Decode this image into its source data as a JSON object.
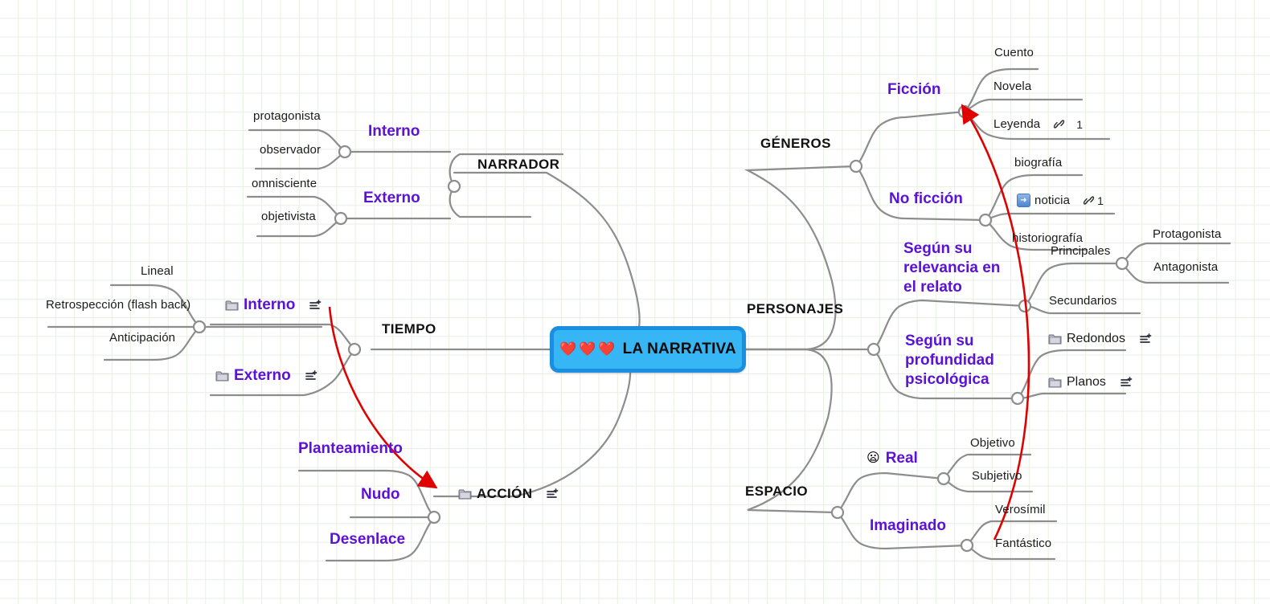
{
  "app": {
    "background": "#ffffff",
    "grid_color": "#e7efe1"
  },
  "colors": {
    "root_fill": "#36b6f5",
    "root_border": "#1a8fe0",
    "purple": "#5b11d6",
    "branch_line": "#8d8d8d",
    "relation_line": "#e00000",
    "leaf_text": "#1b1b1b"
  },
  "root": {
    "hearts": "❤️❤️❤️",
    "label": "LA NARRATIVA"
  },
  "icons": {
    "folder": "folder-icon",
    "note": "note-add-icon",
    "link": "link-icon",
    "hyperlink": "hyperlink-icon",
    "emoji_worried": "😦"
  },
  "branches": {
    "narrador": {
      "label": "NARRADOR",
      "children": [
        {
          "label": "Interno",
          "style": "purple",
          "children": [
            {
              "label": "protagonista"
            },
            {
              "label": "observador"
            }
          ]
        },
        {
          "label": "Externo",
          "style": "purple",
          "children": [
            {
              "label": "omnisciente"
            },
            {
              "label": "objetivista"
            }
          ]
        }
      ]
    },
    "tiempo": {
      "label": "TIEMPO",
      "children": [
        {
          "label": "Interno",
          "style": "purple",
          "has_folder": true,
          "has_note": true,
          "children": [
            {
              "label": "Lineal"
            },
            {
              "label": "Retrospección (flash back)"
            },
            {
              "label": "Anticipación"
            }
          ]
        },
        {
          "label": "Externo",
          "style": "purple",
          "has_folder": true,
          "has_note": true
        }
      ]
    },
    "accion": {
      "label": "ACCIÓN",
      "has_folder": true,
      "has_note": true,
      "children": [
        {
          "label": "Planteamiento",
          "style": "purple"
        },
        {
          "label": "Nudo",
          "style": "purple"
        },
        {
          "label": "Desenlace",
          "style": "purple"
        }
      ]
    },
    "generos": {
      "label": "GÉNEROS",
      "children": [
        {
          "label": "Ficción",
          "style": "purple",
          "children": [
            {
              "label": "Cuento"
            },
            {
              "label": "Novela"
            },
            {
              "label": "Leyenda",
              "has_link": true,
              "link_count": "1"
            }
          ]
        },
        {
          "label": "No ficción",
          "style": "purple",
          "children": [
            {
              "label": "biografía"
            },
            {
              "label": "noticia",
              "has_hyperlink": true,
              "has_link": true,
              "link_count": "1"
            },
            {
              "label": "historiografía"
            }
          ]
        }
      ]
    },
    "personajes": {
      "label": "PERSONAJES",
      "children": [
        {
          "label": "Según su relevancia en el relato",
          "style": "purple",
          "children": [
            {
              "label": "Principales",
              "children": [
                {
                  "label": "Protagonista"
                },
                {
                  "label": "Antagonista"
                }
              ]
            },
            {
              "label": "Secundarios"
            }
          ]
        },
        {
          "label": "Según su profundidad psicológica",
          "style": "purple",
          "children": [
            {
              "label": "Redondos",
              "has_folder": true,
              "has_note": true
            },
            {
              "label": "Planos",
              "has_folder": true,
              "has_note": true
            }
          ]
        }
      ]
    },
    "espacio": {
      "label": "ESPACIO",
      "children": [
        {
          "label": "Real",
          "style": "purple",
          "emoji": "😦",
          "children": [
            {
              "label": "Objetivo"
            },
            {
              "label": "Subjetivo"
            }
          ]
        },
        {
          "label": "Imaginado",
          "style": "purple",
          "children": [
            {
              "label": "Verosímil"
            },
            {
              "label": "Fantástico"
            }
          ]
        }
      ]
    }
  },
  "relations": [
    {
      "name": "relation-tiempo-interno-to-accion",
      "from": "Interno (Tiempo)",
      "to": "ACCIÓN"
    },
    {
      "name": "relation-fantastico-to-ficcion",
      "from": "Fantástico",
      "to": "Ficción"
    }
  ]
}
